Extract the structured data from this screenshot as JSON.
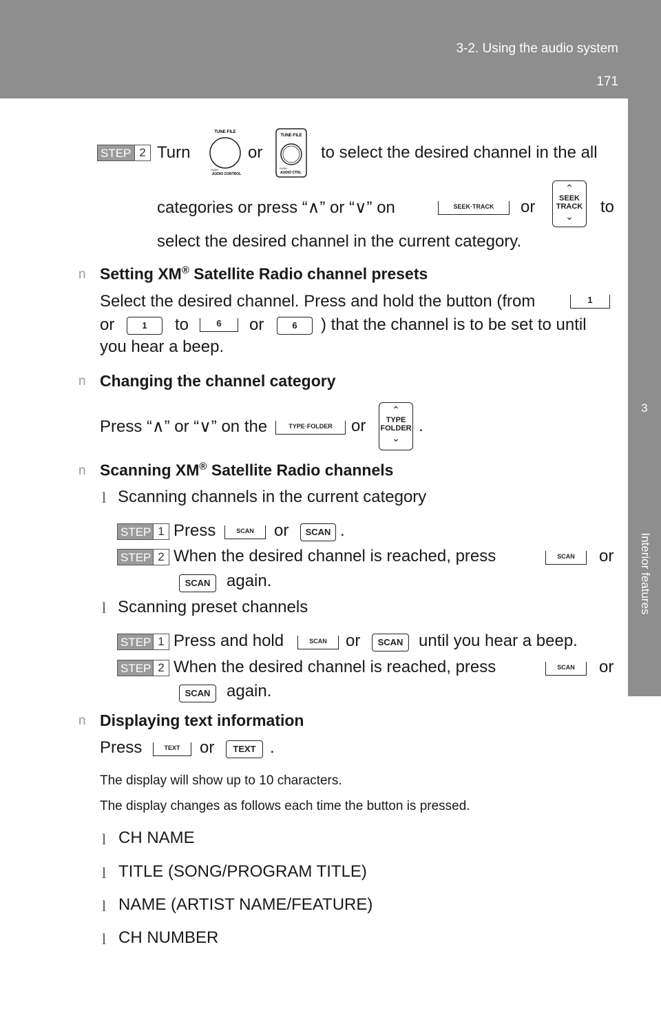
{
  "header": {
    "section": "3-2. Using the audio system",
    "page": "171"
  },
  "side_tab": {
    "number": "3",
    "label": "Interior features"
  },
  "step2a": {
    "step": "STEP",
    "num": "2",
    "line1_a": "Turn",
    "line1_b": "or",
    "line1_c": "to select the desired channel in the all",
    "line2_a": "categories or press “∧” or “∨” on",
    "line2_b": "or",
    "line2_c": "to",
    "line3": "select the desired channel in the current category."
  },
  "knob1": {
    "top": "TUNE·FILE",
    "bottom": "AUDIO CONTROL",
    "push": "PUSH"
  },
  "knob2": {
    "top": "TUNE·FILE",
    "bottom": "AUDIO CTRL",
    "push": "PUSH"
  },
  "seek_bar": "SEEK·TRACK",
  "seek_sq": {
    "l1": "SEEK",
    "l2": "TRACK"
  },
  "sec1": {
    "bullet": "n",
    "title": "Setting XM",
    "reg": "®",
    "title_rest": " Satellite Radio channel presets",
    "p1": "Select the desired channel. Press and hold the button (from",
    "p2_a": "or",
    "p2_b": "to",
    "p2_c": "or",
    "p2_d": ") that the channel is to be set to until",
    "p3": "you hear a beep.",
    "b1": "1",
    "b6": "6"
  },
  "sec2": {
    "bullet": "n",
    "title": "Changing the channel category",
    "p_a": "Press “∧” or “∨” on the",
    "p_b": "or",
    "p_c": ".",
    "bar": "TYPE·FOLDER",
    "sq1": "TYPE",
    "sq2": "FOLDER"
  },
  "sec3": {
    "bullet": "n",
    "title": "Scanning XM",
    "reg": "®",
    "title_rest": " Satellite Radio channels",
    "sub1": "Scanning channels in the current category",
    "s1_1": "Press",
    "s1_2": "or",
    "s1_3": ".",
    "s2_1": "When the desired channel is reached, press",
    "s2_2": "or",
    "s2_3": "again.",
    "sub2": "Scanning preset channels",
    "s3_1": "Press and hold",
    "s3_2": "or",
    "s3_3": "until you hear a beep.",
    "s4_1": "When the desired channel is reached, press",
    "s4_2": "or",
    "s4_3": "again.",
    "scan": "SCAN",
    "li": "l",
    "step": "STEP",
    "n1": "1",
    "n2": "2"
  },
  "sec4": {
    "bullet": "n",
    "title": "Displaying text information",
    "p_a": "Press",
    "p_b": "or",
    "p_c": ".",
    "text": "TEXT",
    "note1": "The display will show up to 10 characters.",
    "note2": "The display changes as follows each time the button is pressed.",
    "items": [
      "CH NAME",
      "TITLE (SONG/PROGRAM TITLE)",
      "NAME (ARTIST NAME/FEATURE)",
      "CH NUMBER"
    ],
    "li": "l"
  }
}
